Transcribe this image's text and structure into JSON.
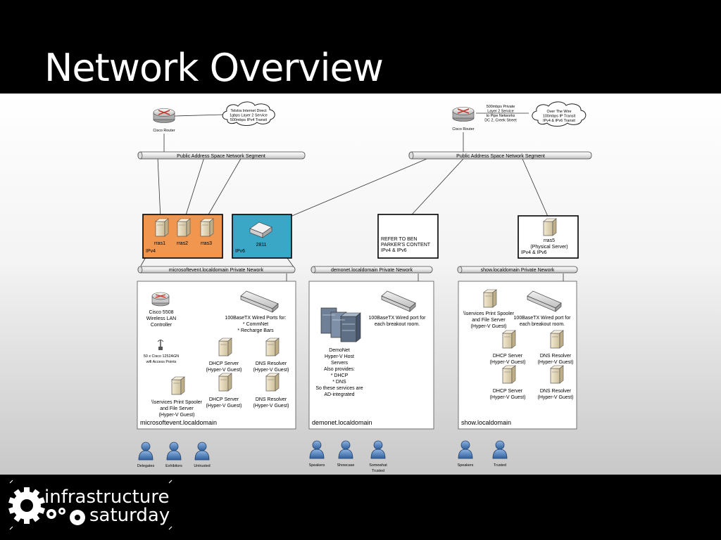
{
  "slide": {
    "title": "Network Overview"
  },
  "routers": {
    "left": {
      "label": "Cisco Router",
      "cloud": [
        "Telstra Internet Direct",
        "1gbps Layer 2 Service",
        "500mbps IPv4 Transit"
      ]
    },
    "right": {
      "label": "Cisco Router",
      "note": [
        "500mbps Private",
        "Layer 2 Service",
        "to Pipe Networks",
        "DC 2, Creek Street"
      ],
      "cloud": [
        "Over The Wire",
        "100mbps IP Transit",
        "IPv4 & IPv6 Transit"
      ]
    }
  },
  "segments": {
    "public_left": "Public Address Space Network Segment",
    "public_right": "Public Address Space Network Segment",
    "private_msevent": "microsoftevent.localdomain Private Nework",
    "private_demonet": "demonet.localdomain Private Nework",
    "private_show": "show.localdomain Private Nework"
  },
  "boxes": {
    "ipv4": {
      "label": "IPv4",
      "servers": [
        "rras1",
        "rras2",
        "rras3"
      ],
      "color": "#f0964f"
    },
    "ipv6": {
      "label": "IPv6",
      "device": "2811",
      "color": "#3aa7c7"
    },
    "refer": {
      "lines": [
        "REFER TO BEN",
        "PARKER'S CONTENT",
        "IPv4 & IPv6"
      ]
    },
    "rras5": {
      "name": "rras5",
      "sub": "(Physical Server)",
      "label": "IPv4 & IPv6"
    }
  },
  "domains": {
    "msevent": {
      "name": "microsoftevent.localdomain",
      "controller": [
        "Cisco 5508",
        "Wireless LAN",
        "Controller"
      ],
      "ap": [
        "50 x Cisco 1252AGN",
        "wifi Access Points"
      ],
      "ports": [
        "100BaseTX Wired Ports for:",
        "* CommNet",
        "* Recharge Bars"
      ],
      "dhcp1": [
        "DHCP Server",
        "(Hyper-V Guest)"
      ],
      "dns1": [
        "DNS Resolver",
        "(Hyper-V Guest)"
      ],
      "print": [
        "\\\\services Print Spooler",
        "and File Server",
        "(Hyper-V Guest)"
      ],
      "dhcp2": [
        "DHCP Server",
        "(Hyper-V Guest)"
      ],
      "dns2": [
        "DNS Resolver",
        "(Hyper-V Guest)"
      ],
      "users": [
        "Delegates",
        "Exhibitors",
        "Untrusted"
      ]
    },
    "demonet": {
      "name": "demonet.localdomain",
      "ports": [
        "100BaseTX Wired port for",
        "each breakout room."
      ],
      "hosts": [
        "DemoNet",
        "Hyper-V Host",
        "Servers",
        "Also provides:",
        "* DHCP",
        "* DNS",
        "So these services are",
        "AD-integrated"
      ],
      "users": [
        "Speakers",
        "Showcase",
        "Somewhat Trusted"
      ]
    },
    "show": {
      "name": "show.localdomain",
      "print": [
        "\\\\services Print Spooler",
        "and File Server",
        "(Hyper-V Guest)"
      ],
      "ports": [
        "100BaseTX Wired port for",
        "each breakout room."
      ],
      "dhcp1": [
        "DHCP Server",
        "(Hyper-V Guest)"
      ],
      "dns1": [
        "DNS Resolver",
        "(Hyper-V Guest)"
      ],
      "dhcp2": [
        "DHCP Server",
        "(Hyper-V Guest)"
      ],
      "dns2": [
        "DNS Resolver",
        "(Hyper-V Guest)"
      ],
      "users": [
        "Speakers",
        "Trusted"
      ]
    }
  },
  "logo": {
    "line1": "infrastructure",
    "line2": "saturday"
  }
}
